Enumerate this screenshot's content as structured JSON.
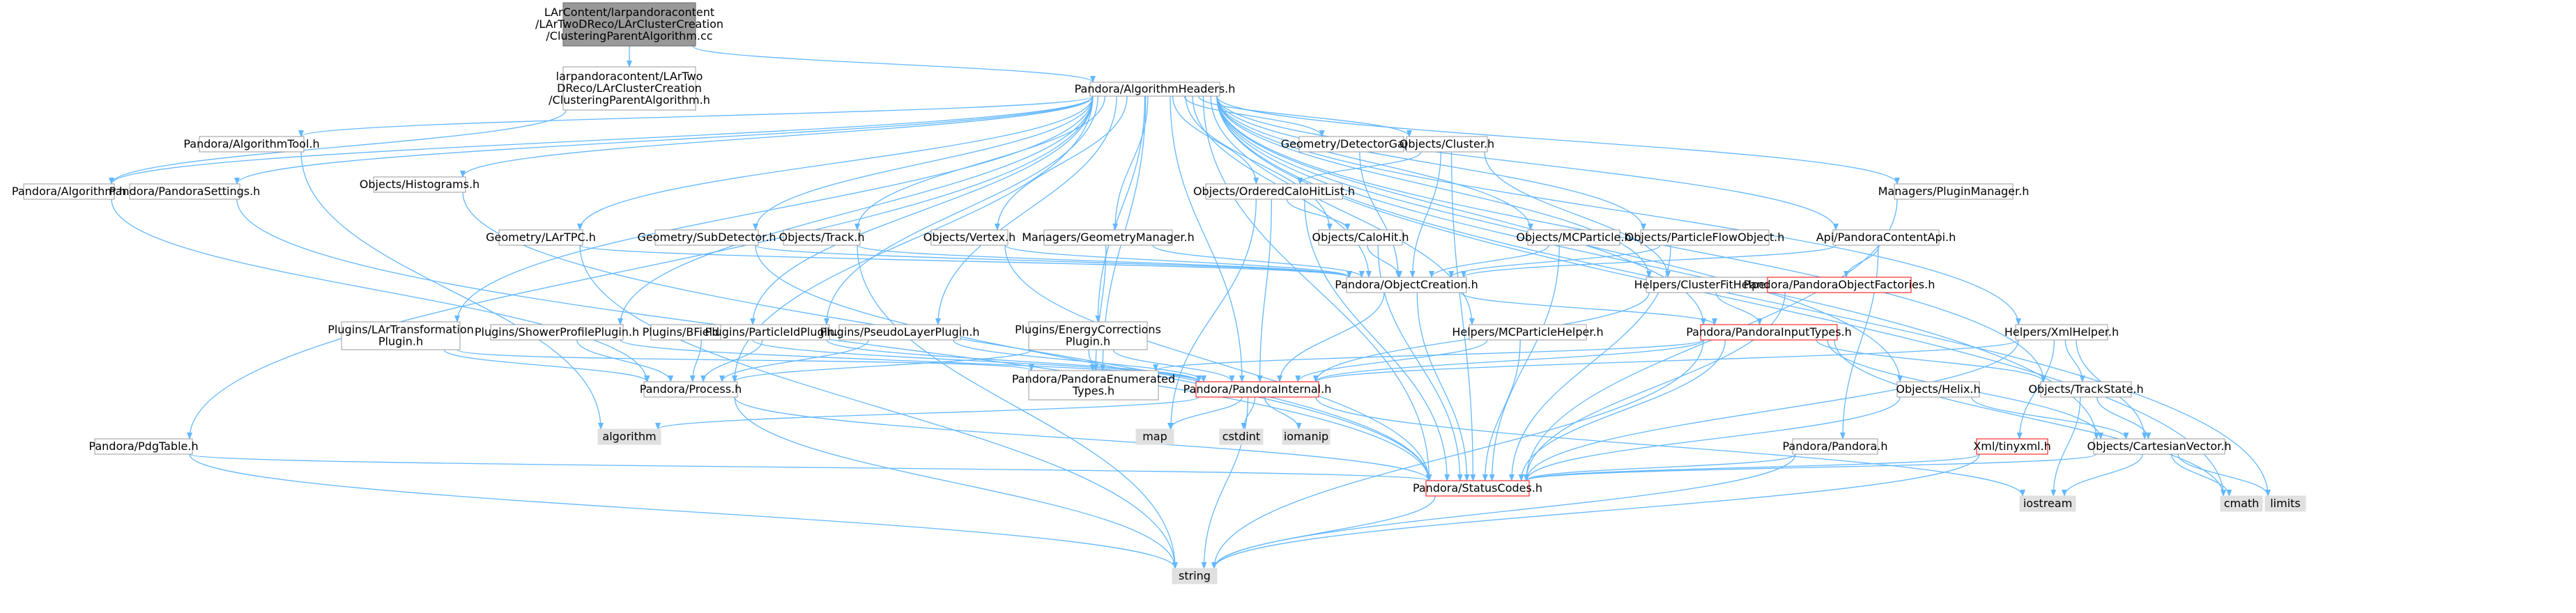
{
  "colors": {
    "edge": "#63b8ff",
    "border_normal": "#999999",
    "border_red": "#ff0000",
    "fill_white": "#ffffff",
    "fill_gray": "#e0e0e0",
    "fill_root": "#999999",
    "text": "#000000",
    "text_red": "#ff0000"
  },
  "graph": {
    "nodes": [
      {
        "id": "root",
        "style": "root",
        "lines": [
          "LArContent/larpandoracontent",
          "/LArTwoDReco/LArClusterCreation",
          "/ClusteringParentAlgorithm.cc"
        ]
      },
      {
        "id": "cpa_h",
        "style": "normal",
        "lines": [
          "larpandoracontent/LArTwo",
          "DReco/LArClusterCreation",
          "/ClusteringParentAlgorithm.h"
        ]
      },
      {
        "id": "alg_headers",
        "style": "normal",
        "lines": [
          "Pandora/AlgorithmHeaders.h"
        ]
      },
      {
        "id": "pandora_alg",
        "style": "normal",
        "lines": [
          "Pandora/Algorithm.h"
        ]
      },
      {
        "id": "pandora_settings",
        "style": "normal",
        "lines": [
          "Pandora/PandoraSettings.h"
        ]
      },
      {
        "id": "pandora_algtool",
        "style": "normal",
        "lines": [
          "Pandora/AlgorithmTool.h"
        ]
      },
      {
        "id": "obj_hist",
        "style": "normal",
        "lines": [
          "Objects/Histograms.h"
        ]
      },
      {
        "id": "geo_lartpc",
        "style": "normal",
        "lines": [
          "Geometry/LArTPC.h"
        ]
      },
      {
        "id": "geo_subdet",
        "style": "normal",
        "lines": [
          "Geometry/SubDetector.h"
        ]
      },
      {
        "id": "obj_track",
        "style": "normal",
        "lines": [
          "Objects/Track.h"
        ]
      },
      {
        "id": "obj_vertex",
        "style": "normal",
        "lines": [
          "Objects/Vertex.h"
        ]
      },
      {
        "id": "mgr_geo",
        "style": "normal",
        "lines": [
          "Managers/GeometryManager.h"
        ]
      },
      {
        "id": "geo_detgap",
        "style": "normal",
        "lines": [
          "Geometry/DetectorGap.h"
        ]
      },
      {
        "id": "obj_cluster",
        "style": "normal",
        "lines": [
          "Objects/Cluster.h"
        ]
      },
      {
        "id": "obj_ochl",
        "style": "normal",
        "lines": [
          "Objects/OrderedCaloHitList.h"
        ]
      },
      {
        "id": "obj_calohit",
        "style": "normal",
        "lines": [
          "Objects/CaloHit.h"
        ]
      },
      {
        "id": "obj_mcp",
        "style": "normal",
        "lines": [
          "Objects/MCParticle.h"
        ]
      },
      {
        "id": "obj_pfo",
        "style": "normal",
        "lines": [
          "Objects/ParticleFlowObject.h"
        ]
      },
      {
        "id": "mgr_plugin",
        "style": "normal",
        "lines": [
          "Managers/PluginManager.h"
        ]
      },
      {
        "id": "api",
        "style": "normal",
        "lines": [
          "Api/PandoraContentApi.h"
        ]
      },
      {
        "id": "obj_creation",
        "style": "normal",
        "lines": [
          "Pandora/ObjectCreation.h"
        ]
      },
      {
        "id": "help_clusterfit",
        "style": "normal",
        "lines": [
          "Helpers/ClusterFitHelper.h"
        ]
      },
      {
        "id": "obj_factories",
        "style": "red",
        "lines": [
          "Pandora/PandoraObjectFactories.h"
        ]
      },
      {
        "id": "help_xml",
        "style": "normal",
        "lines": [
          "Helpers/XmlHelper.h"
        ]
      },
      {
        "id": "plug_lartrans",
        "style": "normal",
        "lines": [
          "Plugins/LArTransformation",
          "Plugin.h"
        ]
      },
      {
        "id": "plug_shower",
        "style": "normal",
        "lines": [
          "Plugins/ShowerProfilePlugin.h"
        ]
      },
      {
        "id": "plug_bfield",
        "style": "normal",
        "lines": [
          "Plugins/BFieldPlugin.h"
        ]
      },
      {
        "id": "plug_pid",
        "style": "normal",
        "lines": [
          "Plugins/ParticleIdPlugin.h"
        ]
      },
      {
        "id": "plug_pseudo",
        "style": "normal",
        "lines": [
          "Plugins/PseudoLayerPlugin.h"
        ]
      },
      {
        "id": "plug_energy",
        "style": "normal",
        "lines": [
          "Plugins/EnergyCorrections",
          "Plugin.h"
        ]
      },
      {
        "id": "help_mcp",
        "style": "normal",
        "lines": [
          "Helpers/MCParticleHelper.h"
        ]
      },
      {
        "id": "input_types",
        "style": "red",
        "lines": [
          "Pandora/PandoraInputTypes.h"
        ]
      },
      {
        "id": "pandora_process",
        "style": "normal",
        "lines": [
          "Pandora/Process.h"
        ]
      },
      {
        "id": "enum_types",
        "style": "normal",
        "lines": [
          "Pandora/PandoraEnumerated",
          "Types.h"
        ]
      },
      {
        "id": "pandora_internal",
        "style": "red",
        "lines": [
          "Pandora/PandoraInternal.h"
        ]
      },
      {
        "id": "obj_helix",
        "style": "normal",
        "lines": [
          "Objects/Helix.h"
        ]
      },
      {
        "id": "obj_trackstate",
        "style": "normal",
        "lines": [
          "Objects/TrackState.h"
        ]
      },
      {
        "id": "pandora_pdgtable",
        "style": "normal",
        "lines": [
          "Pandora/PdgTable.h"
        ]
      },
      {
        "id": "s_algorithm",
        "style": "gray",
        "lines": [
          "algorithm"
        ]
      },
      {
        "id": "s_map",
        "style": "gray",
        "lines": [
          "map"
        ]
      },
      {
        "id": "s_cstdint",
        "style": "gray",
        "lines": [
          "cstdint"
        ]
      },
      {
        "id": "s_iomanip",
        "style": "gray",
        "lines": [
          "iomanip"
        ]
      },
      {
        "id": "pandora_pandora",
        "style": "normal",
        "lines": [
          "Pandora/Pandora.h"
        ]
      },
      {
        "id": "xml_tinyxml",
        "style": "red",
        "lines": [
          "Xml/tinyxml.h"
        ]
      },
      {
        "id": "obj_cartvec",
        "style": "normal",
        "lines": [
          "Objects/CartesianVector.h"
        ]
      },
      {
        "id": "status_codes",
        "style": "red",
        "lines": [
          "Pandora/StatusCodes.h"
        ]
      },
      {
        "id": "s_iostream",
        "style": "gray",
        "lines": [
          "iostream"
        ]
      },
      {
        "id": "s_cmath",
        "style": "gray",
        "lines": [
          "cmath"
        ]
      },
      {
        "id": "s_limits",
        "style": "gray",
        "lines": [
          "limits"
        ]
      },
      {
        "id": "s_string",
        "style": "gray",
        "lines": [
          "string"
        ]
      }
    ],
    "edges": [
      [
        "root",
        "cpa_h"
      ],
      [
        "root",
        "alg_headers"
      ],
      [
        "cpa_h",
        "pandora_alg"
      ],
      [
        "alg_headers",
        "pandora_alg"
      ],
      [
        "alg_headers",
        "pandora_settings"
      ],
      [
        "alg_headers",
        "pandora_algtool"
      ],
      [
        "alg_headers",
        "obj_hist"
      ],
      [
        "alg_headers",
        "geo_lartpc"
      ],
      [
        "alg_headers",
        "geo_subdet"
      ],
      [
        "alg_headers",
        "obj_track"
      ],
      [
        "alg_headers",
        "obj_vertex"
      ],
      [
        "alg_headers",
        "mgr_geo"
      ],
      [
        "alg_headers",
        "geo_detgap"
      ],
      [
        "alg_headers",
        "obj_cluster"
      ],
      [
        "alg_headers",
        "obj_ochl"
      ],
      [
        "alg_headers",
        "obj_calohit"
      ],
      [
        "alg_headers",
        "obj_mcp"
      ],
      [
        "alg_headers",
        "obj_pfo"
      ],
      [
        "alg_headers",
        "mgr_plugin"
      ],
      [
        "alg_headers",
        "api"
      ],
      [
        "alg_headers",
        "help_clusterfit"
      ],
      [
        "alg_headers",
        "help_xml"
      ],
      [
        "alg_headers",
        "plug_lartrans"
      ],
      [
        "alg_headers",
        "plug_shower"
      ],
      [
        "alg_headers",
        "plug_bfield"
      ],
      [
        "alg_headers",
        "plug_pid"
      ],
      [
        "alg_headers",
        "plug_pseudo"
      ],
      [
        "alg_headers",
        "plug_energy"
      ],
      [
        "alg_headers",
        "help_mcp"
      ],
      [
        "alg_headers",
        "input_types"
      ],
      [
        "alg_headers",
        "pandora_internal"
      ],
      [
        "alg_headers",
        "obj_helix"
      ],
      [
        "alg_headers",
        "obj_trackstate"
      ],
      [
        "alg_headers",
        "pandora_pdgtable"
      ],
      [
        "alg_headers",
        "obj_cartvec"
      ],
      [
        "alg_headers",
        "s_cmath"
      ],
      [
        "alg_headers",
        "s_limits"
      ],
      [
        "alg_headers",
        "status_codes"
      ],
      [
        "alg_headers",
        "enum_types"
      ],
      [
        "alg_headers",
        "pandora_process"
      ],
      [
        "alg_headers",
        "obj_creation"
      ],
      [
        "pandora_alg",
        "pandora_process"
      ],
      [
        "pandora_settings",
        "status_codes"
      ],
      [
        "pandora_algtool",
        "s_algorithm"
      ],
      [
        "obj_hist",
        "status_codes"
      ],
      [
        "geo_lartpc",
        "obj_creation"
      ],
      [
        "geo_lartpc",
        "s_string"
      ],
      [
        "geo_subdet",
        "obj_creation"
      ],
      [
        "geo_subdet",
        "status_codes"
      ],
      [
        "obj_track",
        "obj_creation"
      ],
      [
        "obj_track",
        "s_string"
      ],
      [
        "obj_vertex",
        "obj_creation"
      ],
      [
        "obj_vertex",
        "status_codes"
      ],
      [
        "mgr_geo",
        "obj_creation"
      ],
      [
        "mgr_geo",
        "enum_types"
      ],
      [
        "geo_detgap",
        "obj_creation"
      ],
      [
        "obj_cluster",
        "obj_ochl"
      ],
      [
        "obj_cluster",
        "obj_creation"
      ],
      [
        "obj_cluster",
        "status_codes"
      ],
      [
        "obj_cluster",
        "help_clusterfit"
      ],
      [
        "obj_ochl",
        "obj_calohit"
      ],
      [
        "obj_ochl",
        "pandora_internal"
      ],
      [
        "obj_ochl",
        "status_codes"
      ],
      [
        "obj_ochl",
        "s_map"
      ],
      [
        "obj_calohit",
        "obj_creation"
      ],
      [
        "obj_calohit",
        "status_codes"
      ],
      [
        "obj_mcp",
        "obj_creation"
      ],
      [
        "obj_mcp",
        "status_codes"
      ],
      [
        "obj_pfo",
        "obj_creation"
      ],
      [
        "obj_pfo",
        "status_codes"
      ],
      [
        "mgr_plugin",
        "status_codes"
      ],
      [
        "api",
        "obj_creation"
      ],
      [
        "api",
        "obj_factories"
      ],
      [
        "api",
        "pandora_pandora"
      ],
      [
        "obj_creation",
        "input_types"
      ],
      [
        "obj_creation",
        "pandora_internal"
      ],
      [
        "obj_creation",
        "status_codes"
      ],
      [
        "help_clusterfit",
        "pandora_internal"
      ],
      [
        "help_clusterfit",
        "input_types"
      ],
      [
        "obj_factories",
        "status_codes"
      ],
      [
        "help_xml",
        "obj_trackstate"
      ],
      [
        "help_xml",
        "obj_cartvec"
      ],
      [
        "help_xml",
        "xml_tinyxml"
      ],
      [
        "help_xml",
        "status_codes"
      ],
      [
        "help_xml",
        "pandora_internal"
      ],
      [
        "plug_lartrans",
        "pandora_process"
      ],
      [
        "plug_lartrans",
        "enum_types"
      ],
      [
        "plug_shower",
        "pandora_process"
      ],
      [
        "plug_shower",
        "pandora_internal"
      ],
      [
        "plug_bfield",
        "pandora_process"
      ],
      [
        "plug_bfield",
        "pandora_internal"
      ],
      [
        "plug_pid",
        "pandora_process"
      ],
      [
        "plug_pid",
        "pandora_internal"
      ],
      [
        "plug_pseudo",
        "pandora_process"
      ],
      [
        "plug_pseudo",
        "pandora_internal"
      ],
      [
        "plug_energy",
        "pandora_process"
      ],
      [
        "plug_energy",
        "enum_types"
      ],
      [
        "plug_energy",
        "pandora_internal"
      ],
      [
        "help_mcp",
        "pandora_internal"
      ],
      [
        "help_mcp",
        "status_codes"
      ],
      [
        "input_types",
        "pandora_internal"
      ],
      [
        "input_types",
        "enum_types"
      ],
      [
        "input_types",
        "status_codes"
      ],
      [
        "input_types",
        "obj_cartvec"
      ],
      [
        "input_types",
        "obj_trackstate"
      ],
      [
        "input_types",
        "s_string"
      ],
      [
        "input_types",
        "s_cmath"
      ],
      [
        "pandora_process",
        "status_codes"
      ],
      [
        "pandora_process",
        "s_string"
      ],
      [
        "pandora_internal",
        "s_algorithm"
      ],
      [
        "pandora_internal",
        "s_map"
      ],
      [
        "pandora_internal",
        "s_cstdint"
      ],
      [
        "pandora_internal",
        "s_iomanip"
      ],
      [
        "pandora_internal",
        "s_string"
      ],
      [
        "pandora_internal",
        "s_iostream"
      ],
      [
        "obj_helix",
        "obj_cartvec"
      ],
      [
        "obj_helix",
        "status_codes"
      ],
      [
        "obj_trackstate",
        "obj_cartvec"
      ],
      [
        "obj_trackstate",
        "s_iostream"
      ],
      [
        "pandora_pdgtable",
        "status_codes"
      ],
      [
        "pandora_pdgtable",
        "s_string"
      ],
      [
        "pandora_pandora",
        "status_codes"
      ],
      [
        "pandora_pandora",
        "s_string"
      ],
      [
        "xml_tinyxml",
        "s_string"
      ],
      [
        "xml_tinyxml",
        "status_codes"
      ],
      [
        "obj_cartvec",
        "status_codes"
      ],
      [
        "obj_cartvec",
        "s_iostream"
      ],
      [
        "obj_cartvec",
        "s_cmath"
      ],
      [
        "obj_cartvec",
        "s_limits"
      ],
      [
        "status_codes",
        "s_string"
      ]
    ]
  }
}
